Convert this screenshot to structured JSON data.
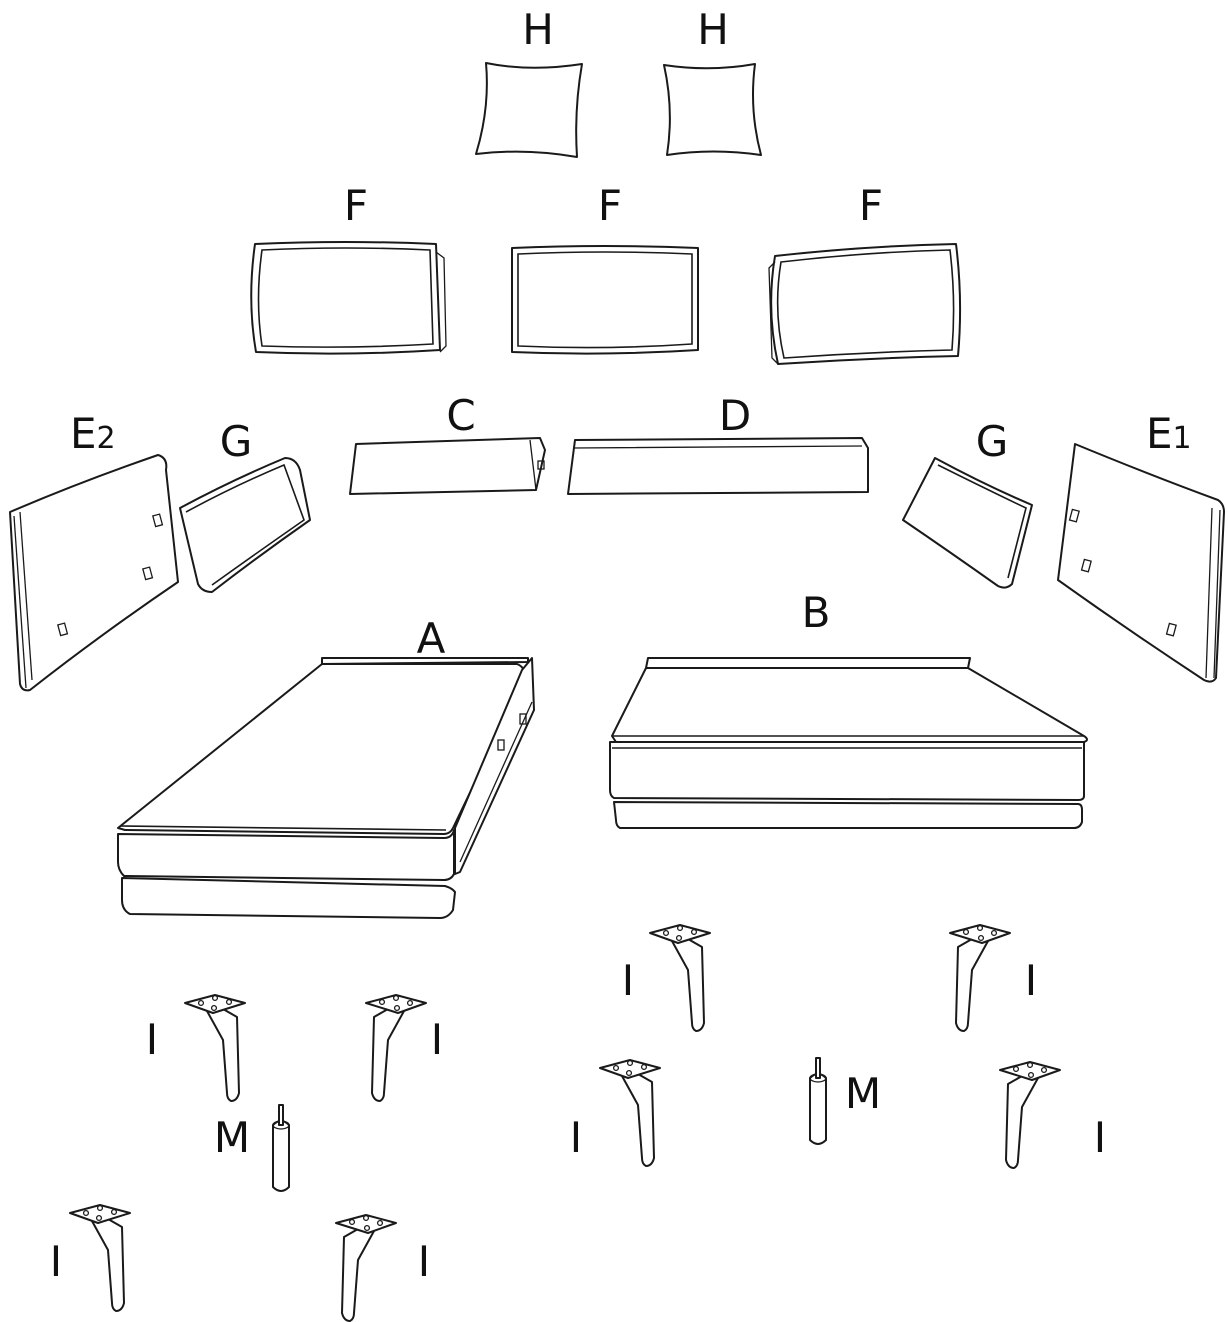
{
  "labels": {
    "h_left": "H",
    "h_right": "H",
    "f_left": "F",
    "f_mid": "F",
    "f_right": "F",
    "e2": "E",
    "e2_sub": "2",
    "g_left": "G",
    "c": "C",
    "d": "D",
    "g_right": "G",
    "e1": "E",
    "e1_sub": "1",
    "a": "A",
    "b": "B",
    "i_a1": "I",
    "i_a2": "I",
    "m_a": "M",
    "i_a3": "I",
    "i_a4": "I",
    "i_b1": "I",
    "i_b2": "I",
    "m_b": "M",
    "i_b3": "I",
    "i_b4": "I"
  },
  "colors": {
    "line": "#1a1a1a",
    "background": "#ffffff"
  }
}
